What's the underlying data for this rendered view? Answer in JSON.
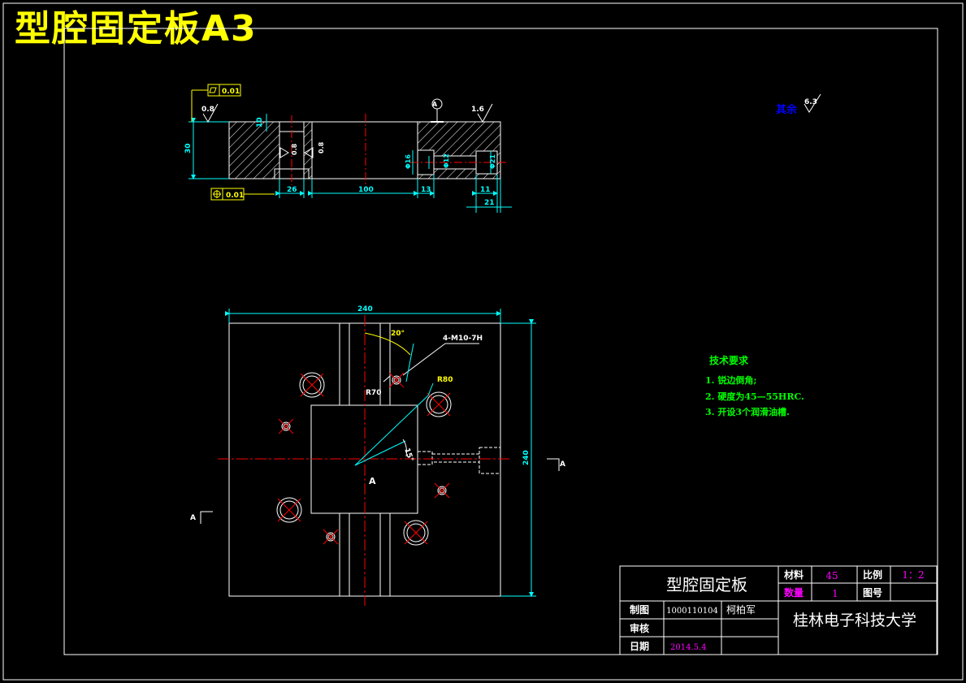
{
  "page_title": "型腔固定板A3",
  "top_view": {
    "flatness_tolerance": "0.01",
    "position_tolerance": "0.01",
    "datum_label": "A",
    "roughness_left": "0.8",
    "roughness_right": "1.6",
    "roughness_hole_1": "0.8",
    "roughness_hole_2": "0.8",
    "dim_height": "30",
    "dim_depth": "10",
    "dim_bolt_hole": "26",
    "dim_center": "100",
    "dim_13": "13",
    "dim_11": "11",
    "dim_21": "21",
    "dia_16": "Φ16",
    "dia_12": "Φ12",
    "dia_21": "Φ21"
  },
  "plan_view": {
    "dim_width": "240",
    "dim_height": "240",
    "angle": "20°",
    "thread_callout": "4-M10-7H",
    "radius_r70": "R70",
    "radius_r80": "R80",
    "angle_small": "15°",
    "pocket_label": "A",
    "section_mark": "A"
  },
  "roughness_note": {
    "label": "其余",
    "value": "6.3"
  },
  "tech_requirements": {
    "title": "技术要求",
    "items": [
      "1. 锐边倒角;",
      "2. 硬度为45—55HRC.",
      "3. 开设3个润滑油槽."
    ]
  },
  "title_block": {
    "part_name": "型腔固定板",
    "material_label": "材料",
    "material_value": "45",
    "scale_label": "比例",
    "scale_value": "1：2",
    "quantity_label": "数量",
    "quantity_value": "1",
    "drawing_no_label": "图号",
    "drawing_no_value": "",
    "drawn_label": "制图",
    "drawn_id": "1000110104",
    "drawn_name": "柯柏军",
    "check_label": "审核",
    "date_label": "日期",
    "date_value": "2014.5.4",
    "school": "桂林电子科技大学"
  },
  "colors": {
    "background": "#000000",
    "outline": "#ffffff",
    "dimension": "#00ffff",
    "centerline": "#ff0000",
    "hatch": "#ffffff",
    "callout": "#ffff00",
    "tech_text": "#00ff00",
    "roughness_note": "#0000ff",
    "title_value": "#ff00ff"
  }
}
